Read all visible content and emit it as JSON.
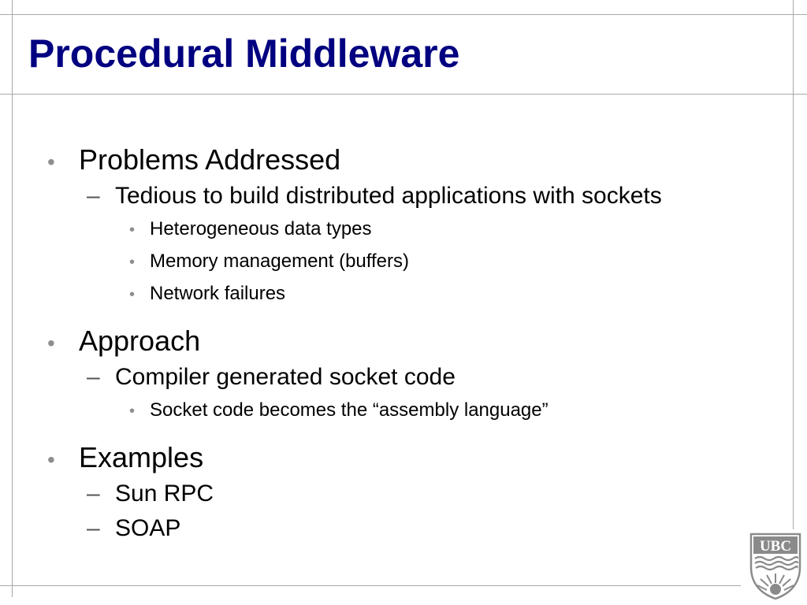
{
  "slide": {
    "title": "Procedural Middleware",
    "logo_text": "UBC",
    "bullets": [
      {
        "text": "Problems Addressed",
        "children": [
          {
            "text": "Tedious to build distributed applications with sockets",
            "children": [
              {
                "text": "Heterogeneous data types"
              },
              {
                "text": "Memory management (buffers)"
              },
              {
                "text": "Network failures"
              }
            ]
          }
        ]
      },
      {
        "text": "Approach",
        "children": [
          {
            "text": "Compiler generated socket code",
            "children": [
              {
                "text": "Socket code becomes the “assembly language”"
              }
            ]
          }
        ]
      },
      {
        "text": "Examples",
        "children": [
          {
            "text": "Sun RPC"
          },
          {
            "text": "SOAP"
          }
        ]
      }
    ]
  },
  "markers": {
    "level1": "•",
    "level2": "–",
    "level3": "•"
  },
  "colors": {
    "title": "#000080",
    "frame": "#a8a8a8",
    "bullet": "#8e8e8e",
    "logo": "#8a8a8a"
  }
}
